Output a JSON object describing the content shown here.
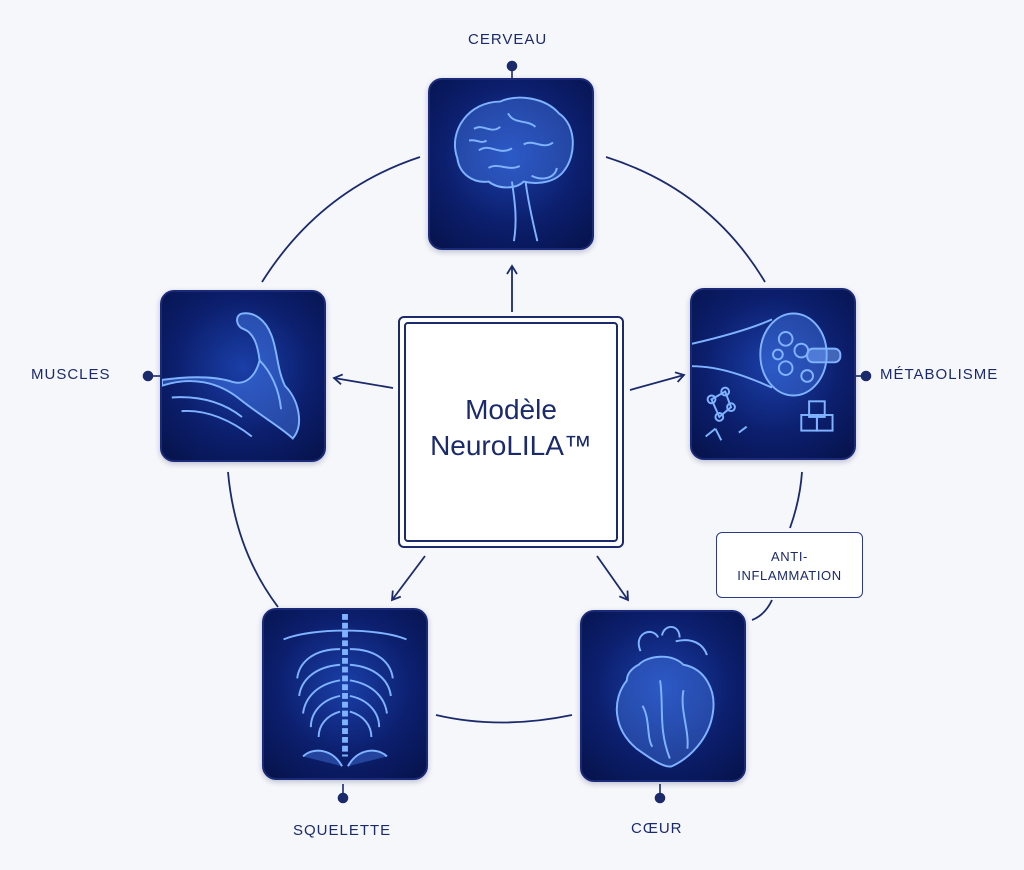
{
  "center": {
    "line1": "Modèle",
    "line2": "NeuroLILA™"
  },
  "nodes": {
    "brain": {
      "label": "CERVEAU",
      "icon": "brain-icon"
    },
    "metabolism": {
      "label": "MÉTABOLISME",
      "icon": "muscle-fiber-molecule-icon"
    },
    "heart": {
      "label": "CŒUR",
      "icon": "heart-icon"
    },
    "skeleton": {
      "label": "SQUELETTE",
      "icon": "ribcage-icon"
    },
    "muscles": {
      "label": "MUSCLES",
      "icon": "flexed-arm-icon"
    }
  },
  "annotation": {
    "line1": "ANTI-",
    "line2": "INFLAMMATION"
  },
  "colors": {
    "line": "#1b2a6b",
    "tile_bg": "#0c1f6e",
    "glow": "#6fa8ff"
  }
}
